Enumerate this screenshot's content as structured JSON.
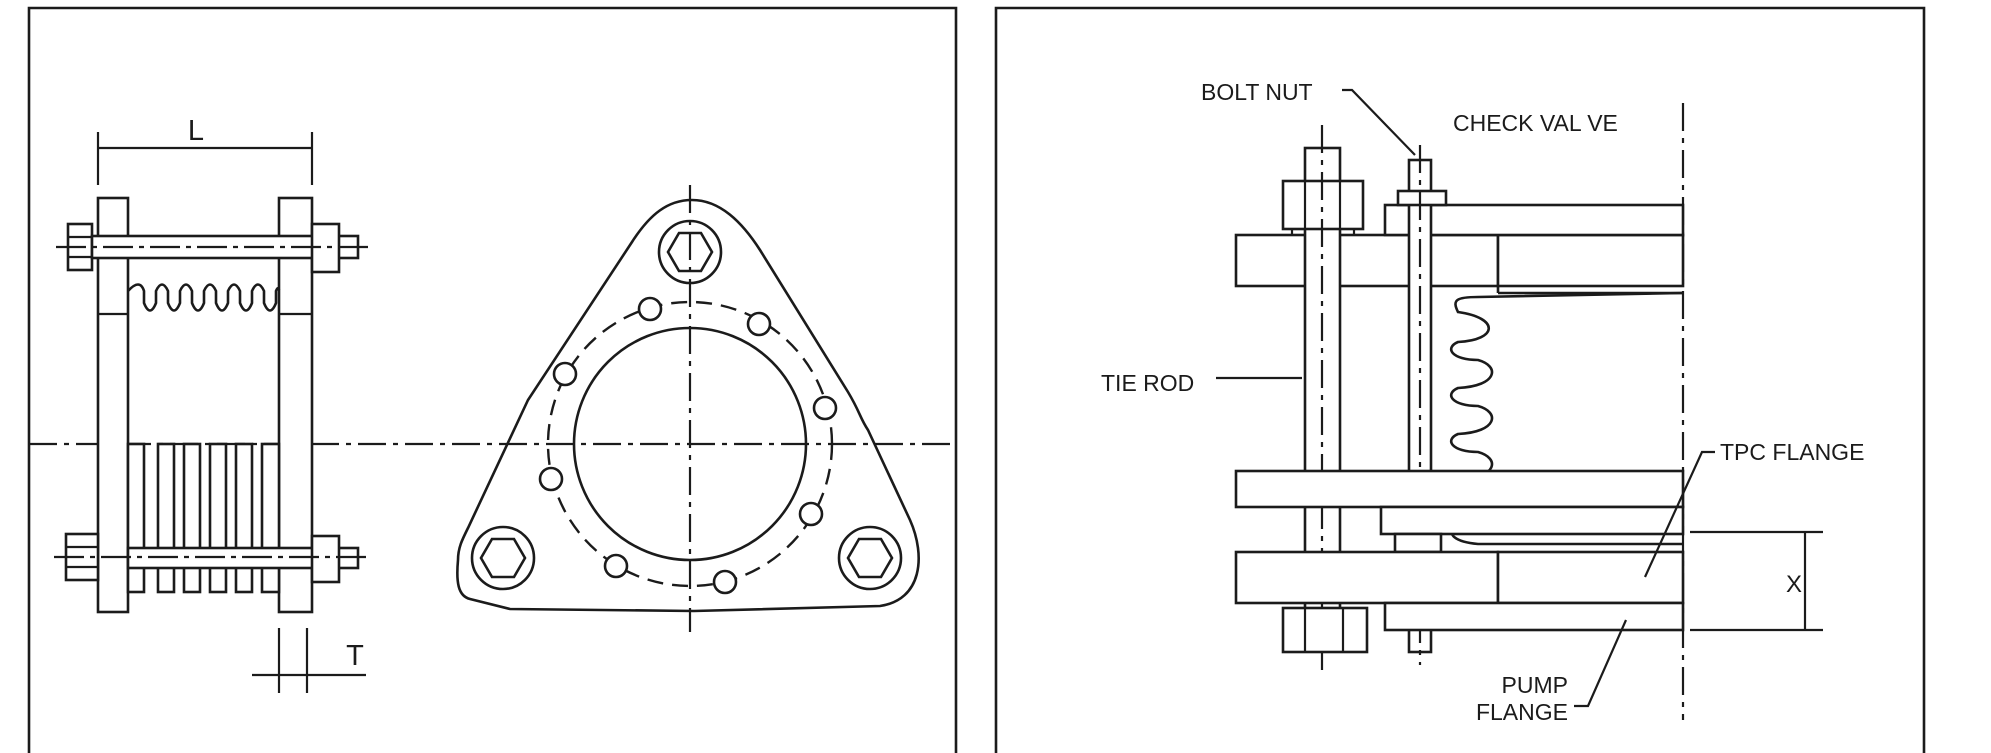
{
  "left_panel": {
    "dimension_length": "L",
    "dimension_thickness": "T"
  },
  "right_panel": {
    "labels": {
      "bolt_nut": "BOLT NUT",
      "check_valve": "CHECK VAL VE",
      "tie_rod": "TIE ROD",
      "tpc_flange": "TPC FLANGE",
      "pump_flange_line1": "PUMP",
      "pump_flange_line2": "FLANGE",
      "x_dimension": "X"
    }
  },
  "colors": {
    "line": "#1b1b1b",
    "background": "#ffffff"
  }
}
